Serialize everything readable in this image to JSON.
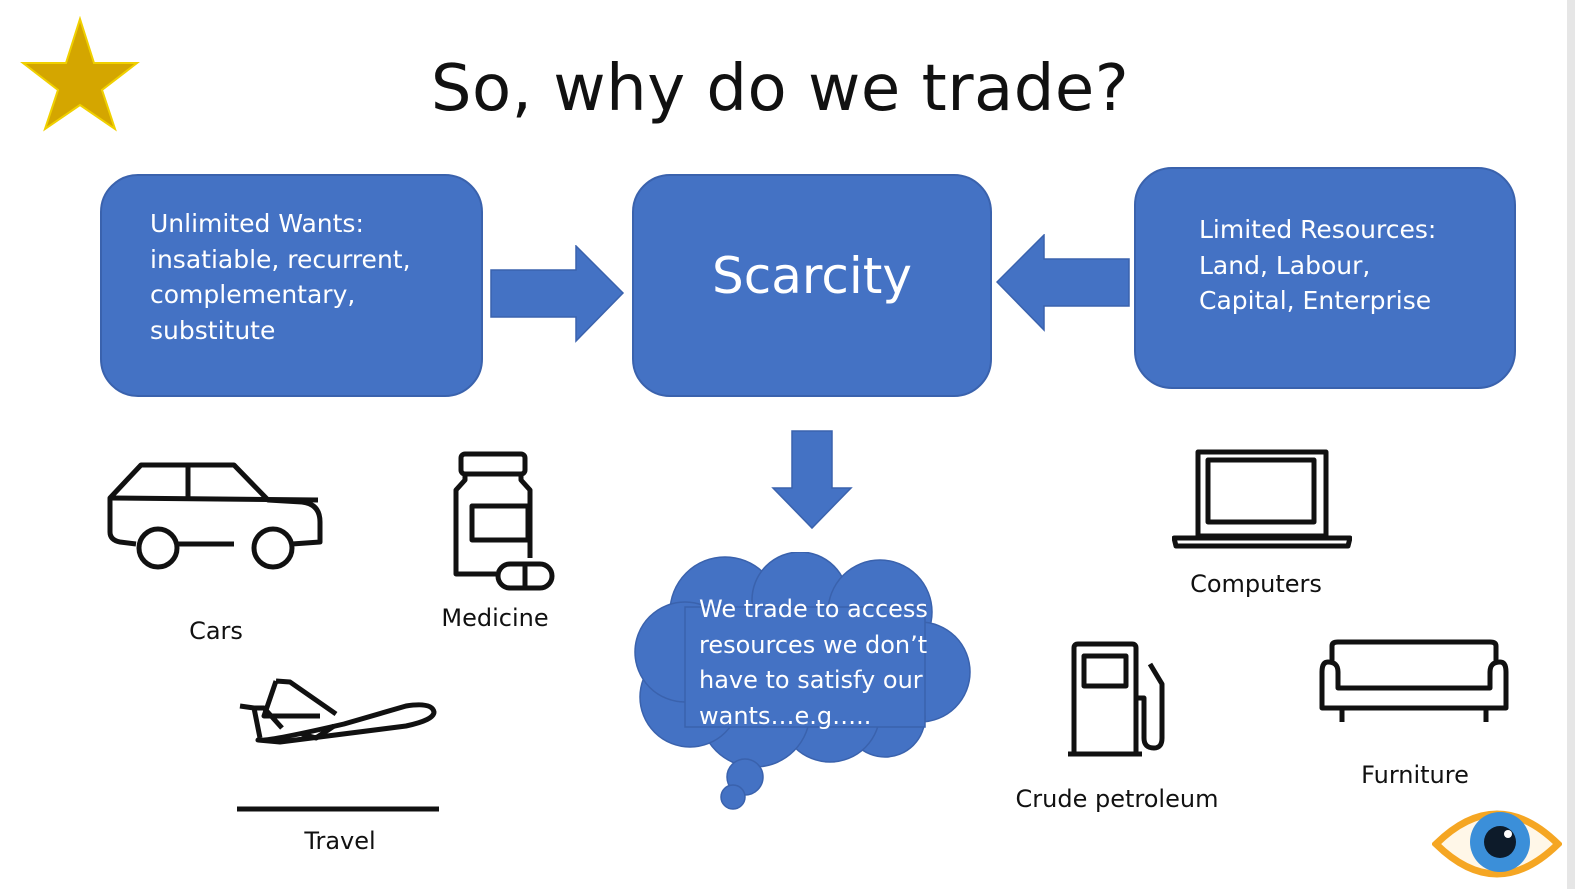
{
  "slide": {
    "title": "So, why do we trade?"
  },
  "boxes": {
    "wants": {
      "lines": [
        "Unlimited Wants:",
        "insatiable, recurrent,",
        "complementary,",
        "substitute"
      ]
    },
    "scarcity": {
      "label": "Scarcity"
    },
    "resources": {
      "lines": [
        "Limited Resources:",
        "Land, Labour,",
        "Capital, Enterprise"
      ]
    }
  },
  "thought": {
    "lines": [
      "We trade to access",
      "resources we don’t",
      "have to satisfy our",
      "wants…e.g….."
    ]
  },
  "examples": {
    "cars": "Cars",
    "medicine": "Medicine",
    "travel": "Travel",
    "computers": "Computers",
    "petroleum": "Crude petroleum",
    "furniture": "Furniture"
  },
  "colors": {
    "box_fill": "#4472c4",
    "star": "#d4a600",
    "eye_outline": "#f5a623"
  },
  "icons": [
    "star-icon",
    "car-icon",
    "medicine-icon",
    "airplane-icon",
    "laptop-icon",
    "fuel-pump-icon",
    "sofa-icon",
    "eye-icon"
  ]
}
